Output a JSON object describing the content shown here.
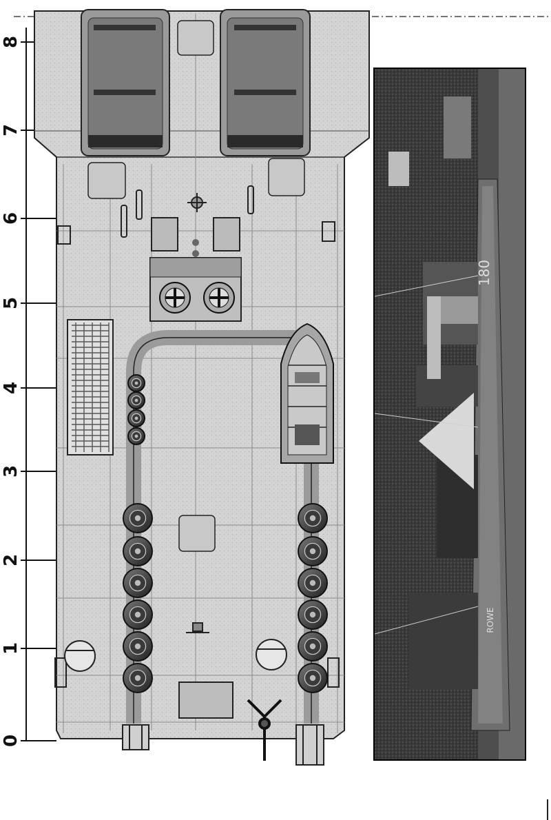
{
  "scale": {
    "ticks": [
      "0",
      "1",
      "2",
      "3",
      "4",
      "5",
      "6",
      "7",
      "8"
    ]
  },
  "photo": {
    "hull_number": "180",
    "ship_name": "ROWE"
  },
  "colors": {
    "ink": "#111111",
    "paper": "#ffffff",
    "deck": "#d2d2d2",
    "photo_dark": "#1d1d1d"
  }
}
